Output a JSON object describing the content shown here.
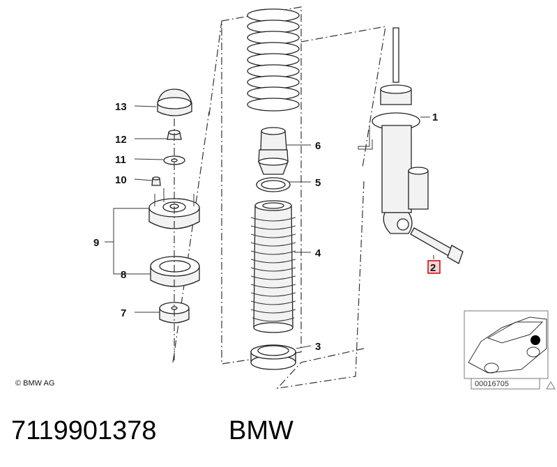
{
  "callouts": [
    {
      "number": "1"
    },
    {
      "number": "2",
      "highlighted": true
    },
    {
      "number": "3"
    },
    {
      "number": "4"
    },
    {
      "number": "5"
    },
    {
      "number": "6"
    },
    {
      "number": "7"
    },
    {
      "number": "8"
    },
    {
      "number": "9"
    },
    {
      "number": "10"
    },
    {
      "number": "11"
    },
    {
      "number": "12"
    },
    {
      "number": "13"
    }
  ],
  "copyright": "© BMW AG",
  "thumbnail": {
    "ref_code": "00016705"
  },
  "footer": {
    "part_number": "7119901378",
    "brand": "BMW"
  },
  "colors": {
    "highlight": "#cc0000",
    "line": "#333333",
    "text": "#111111"
  }
}
